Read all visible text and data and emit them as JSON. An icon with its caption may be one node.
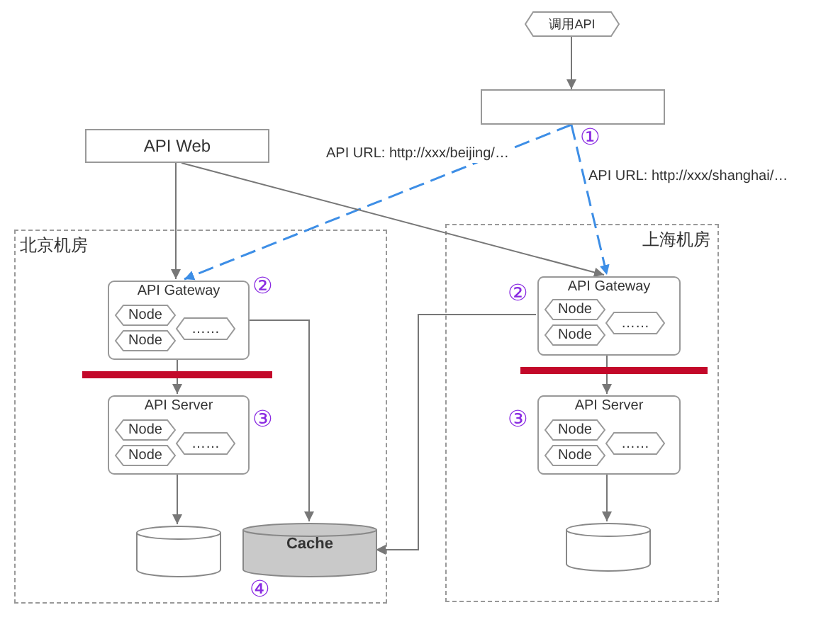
{
  "diagram": {
    "nodes": [
      {
        "text": [
          "调用API"
        ]
      },
      {
        "text": [],
        "shape": "box"
      },
      {
        "text": [
          "API Web"
        ]
      },
      {
        "text": [
          "北京机房"
        ]
      },
      {
        "text": [
          "上海机房"
        ]
      },
      {
        "text": [
          "API Gateway"
        ],
        "in": 3,
        "beside": [
          "②"
        ]
      },
      {
        "text": [
          "Node"
        ],
        "in": 5
      },
      {
        "text": [
          "Node"
        ],
        "in": 5
      },
      {
        "text": [
          "……"
        ],
        "in": 5
      },
      {
        "text": [
          "API Server"
        ],
        "in": 3,
        "beside": [
          "③"
        ]
      },
      {
        "text": [
          "Node"
        ],
        "in": 9
      },
      {
        "text": [
          "Node"
        ],
        "in": 9
      },
      {
        "text": [
          "……"
        ],
        "in": 9
      },
      {
        "text": [],
        "shape": "cylinder",
        "in": 3
      },
      {
        "text": [
          "Cache"
        ],
        "in": 3,
        "beside": [
          "④"
        ]
      },
      {
        "text": [
          "API Gateway"
        ],
        "in": 4,
        "beside": [
          "②"
        ]
      },
      {
        "text": [
          "Node"
        ],
        "in": 15
      },
      {
        "text": [
          "Node"
        ],
        "in": 15
      },
      {
        "text": [
          "……"
        ],
        "in": 15
      },
      {
        "text": [
          "API Server"
        ],
        "in": 4,
        "beside": [
          "③"
        ]
      },
      {
        "text": [
          "Node"
        ],
        "in": 19
      },
      {
        "text": [
          "Node"
        ],
        "in": 19
      },
      {
        "text": [
          "……"
        ],
        "in": 19
      },
      {
        "text": [],
        "shape": "cylinder",
        "in": 4
      }
    ],
    "edges": [
      {
        "from": 0,
        "to": 1,
        "arrow": "to"
      },
      {
        "from": 1,
        "to": 5,
        "arrow": "to",
        "label": "API URL: http://xxx/beijing/…",
        "style": "dashed",
        "color": "#3d8ee6"
      },
      {
        "from": 1,
        "to": 15,
        "arrow": "to",
        "label": "API URL: http://xxx/shanghai/…",
        "style": "dashed",
        "color": "#3d8ee6"
      },
      {
        "from": 2,
        "to": 5,
        "arrow": "to"
      },
      {
        "from": 2,
        "to": 15,
        "arrow": "to"
      },
      {
        "from": 5,
        "to": 9,
        "arrow": "to"
      },
      {
        "from": 15,
        "to": 19,
        "arrow": "to"
      },
      {
        "from": 9,
        "to": 13,
        "arrow": "to"
      },
      {
        "from": 19,
        "to": 23,
        "arrow": "to"
      },
      {
        "from": 5,
        "to": 14,
        "arrow": "to"
      },
      {
        "from": 15,
        "to": 14,
        "arrow": "to"
      }
    ],
    "labels": [
      "①"
    ]
  }
}
